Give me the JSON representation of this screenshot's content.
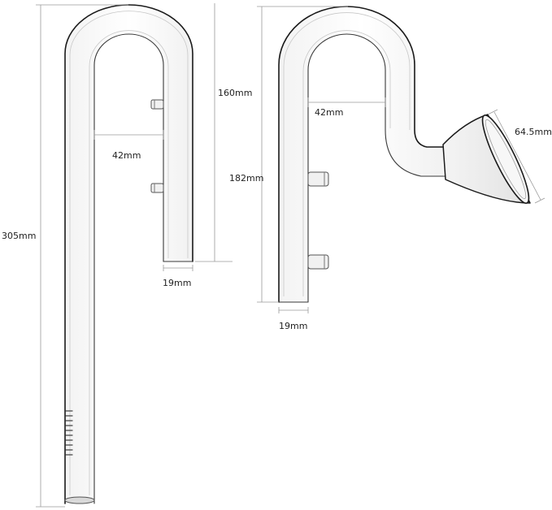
{
  "inflow_pipe": {
    "height_label": "305mm",
    "width_label": "42mm",
    "drop_label": "160mm",
    "diameter_label": "19mm"
  },
  "outflow_pipe": {
    "width_label": "42mm",
    "height_label": "182mm",
    "diameter_label": "19mm",
    "nozzle_label": "64.5mm"
  }
}
